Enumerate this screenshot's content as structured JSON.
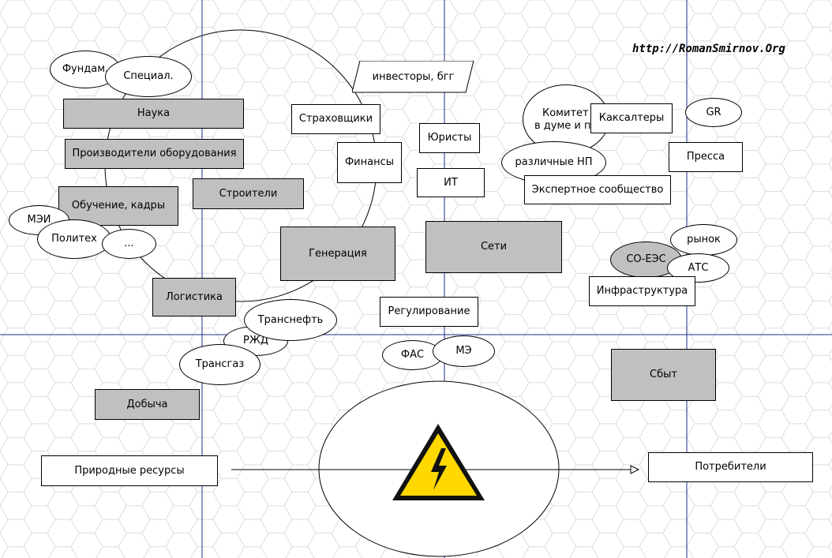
{
  "site_url": "http://RomanSmirnov.Org",
  "nodes": {
    "fundam": "Фундам.",
    "special": "Специал.",
    "nauka": "Наука",
    "proizvoditeli": "Производители оборудования",
    "obuchenie": "Обучение, кадры",
    "stroiteli": "Строители",
    "mei": "МЭИ",
    "politekh": "Политех",
    "ellipsis": "...",
    "logistika": "Логистика",
    "generaciya": "Генерация",
    "strakhovshchiki": "Страховщики",
    "finansy": "Финансы",
    "investory": "инвесторы, бгг",
    "yuristy": "Юристы",
    "it": "ИТ",
    "seti": "Сети",
    "regulirovanie": "Регулирование",
    "fas": "ФАС",
    "me": "МЭ",
    "transneft": "Транснефть",
    "rzhd": "РЖД",
    "transgaz": "Трансгаз",
    "dobycha": "Добыча",
    "prirodnye": "Природные ресурсы",
    "potrebiteli": "Потребители",
    "komitet_line1": "Комитет",
    "komitet_line2": "в думе и п",
    "kaksaltery": "Каксалтеры",
    "razlichnye_np": "различные НП",
    "ekspertnoe": "Экспертное сообщество",
    "gr": "GR",
    "pressa": "Пресса",
    "rynok": "рынок",
    "so_ees": "СО-ЕЭС",
    "ats": "АТС",
    "infrastruktura": "Инфраструктура",
    "sbyt": "Сбыт"
  },
  "colors": {
    "axis_line": "#1f2f8f",
    "grey_fill": "#c0c0c0",
    "warning_yellow": "#ffd800",
    "hex_grid": "#dcdcdc"
  },
  "icons": {
    "center": "high-voltage-warning-icon"
  }
}
